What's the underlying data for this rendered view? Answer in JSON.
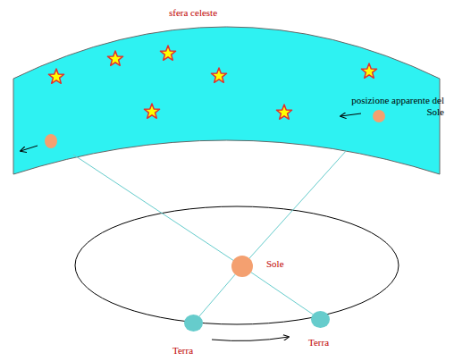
{
  "diagram": {
    "nodes": [
      {
        "text": [
          "Sole"
        ]
      },
      {
        "text": [
          "Terra"
        ]
      },
      {
        "text": [
          "Terra"
        ]
      }
    ],
    "edges": [
      {
        "from": 1,
        "to": 0,
        "arrow": "none"
      },
      {
        "from": 2,
        "to": 0,
        "arrow": "none"
      }
    ],
    "labels": [
      "sfera celeste",
      "posizione apparente del Sole"
    ]
  }
}
